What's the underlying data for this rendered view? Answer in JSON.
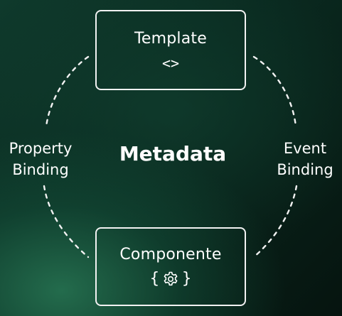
{
  "diagram": {
    "center_title": "Metadata",
    "top_box": {
      "title": "Template",
      "icon_glyph": "<>",
      "icon": "angle-brackets-icon"
    },
    "bottom_box": {
      "title": "Componente",
      "brace_open": "{",
      "brace_close": "}",
      "icon": "gear-icon"
    },
    "left_label": {
      "line1": "Property",
      "line2": "Binding"
    },
    "right_label": {
      "line1": "Event",
      "line2": "Binding"
    },
    "colors": {
      "background": "#0a2a20",
      "accent_glow": "#28785a",
      "foreground": "#ffffff"
    }
  }
}
